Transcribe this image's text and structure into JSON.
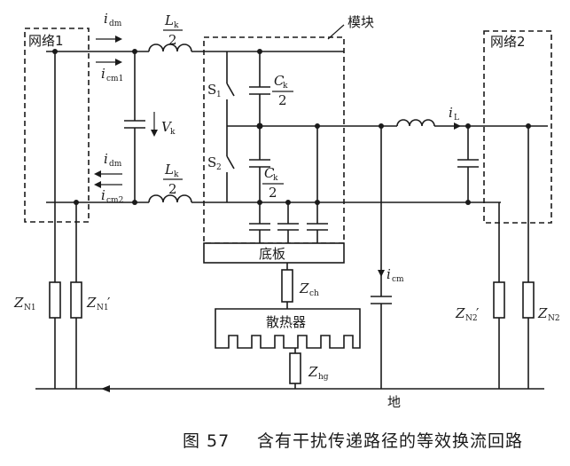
{
  "labels": {
    "network1": "网络1",
    "network2": "网络2",
    "module": "模块",
    "baseplate": "底板",
    "heatsink": "散热器",
    "ground": "地",
    "i_dm_top": {
      "main": "i",
      "sub": "dm"
    },
    "i_cm1": {
      "main": "i",
      "sub": "cm1"
    },
    "i_dm_bot": {
      "main": "i",
      "sub": "dm"
    },
    "i_cm2": {
      "main": "i",
      "sub": "cm2"
    },
    "Lk_top": {
      "num_main": "L",
      "num_sub": "k",
      "den": "2"
    },
    "Lk_bot": {
      "num_main": "L",
      "num_sub": "k",
      "den": "2"
    },
    "Ck_top": {
      "num_main": "C",
      "num_sub": "k",
      "den": "2"
    },
    "Ck_bot": {
      "num_main": "C",
      "num_sub": "k",
      "den": "2"
    },
    "Vk": {
      "main": "V",
      "sub": "k"
    },
    "S1": {
      "main": "S",
      "sub": "1"
    },
    "S2": {
      "main": "S",
      "sub": "2"
    },
    "iL": {
      "main": "i",
      "sub": "L"
    },
    "icm": {
      "main": "i",
      "sub": "cm"
    },
    "Zch": {
      "main": "Z",
      "sub": "ch"
    },
    "Zhg": {
      "main": "Z",
      "sub": "hg"
    },
    "ZN1": {
      "main": "Z",
      "sub": "N1"
    },
    "ZN1p": {
      "main": "Z",
      "sub": "N1",
      "prime": "′"
    },
    "ZN2p": {
      "main": "Z",
      "sub": "N2",
      "prime": "′"
    },
    "ZN2": {
      "main": "Z",
      "sub": "N2"
    }
  },
  "caption": {
    "figure": "图 57",
    "title": "含有干扰传递路径的等效换流回路"
  }
}
